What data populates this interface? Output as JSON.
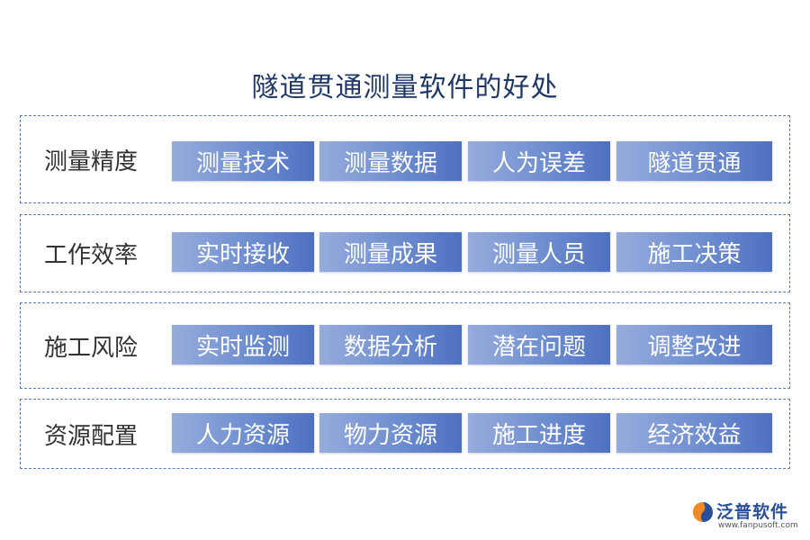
{
  "title": "隧道贯通测量软件的好处",
  "rows": [
    {
      "label": "测量精度",
      "tags": [
        "测量技术",
        "测量数据",
        "人为误差",
        "隧道贯通"
      ]
    },
    {
      "label": "工作效率",
      "tags": [
        "实时接收",
        "测量成果",
        "测量人员",
        "施工决策"
      ]
    },
    {
      "label": "施工风险",
      "tags": [
        "实时监测",
        "数据分析",
        "潜在问题",
        "调整改进"
      ]
    },
    {
      "label": "资源配置",
      "tags": [
        "人力资源",
        "物力资源",
        "施工进度",
        "经济效益"
      ]
    }
  ],
  "logo": {
    "name": "泛普软件",
    "url": "www.fanpusoft.com"
  },
  "colors": {
    "title": "#1f3864",
    "border": "#5a7bc0",
    "tag_dark": "#4f6fc2",
    "tag_light": "#97acdc"
  }
}
